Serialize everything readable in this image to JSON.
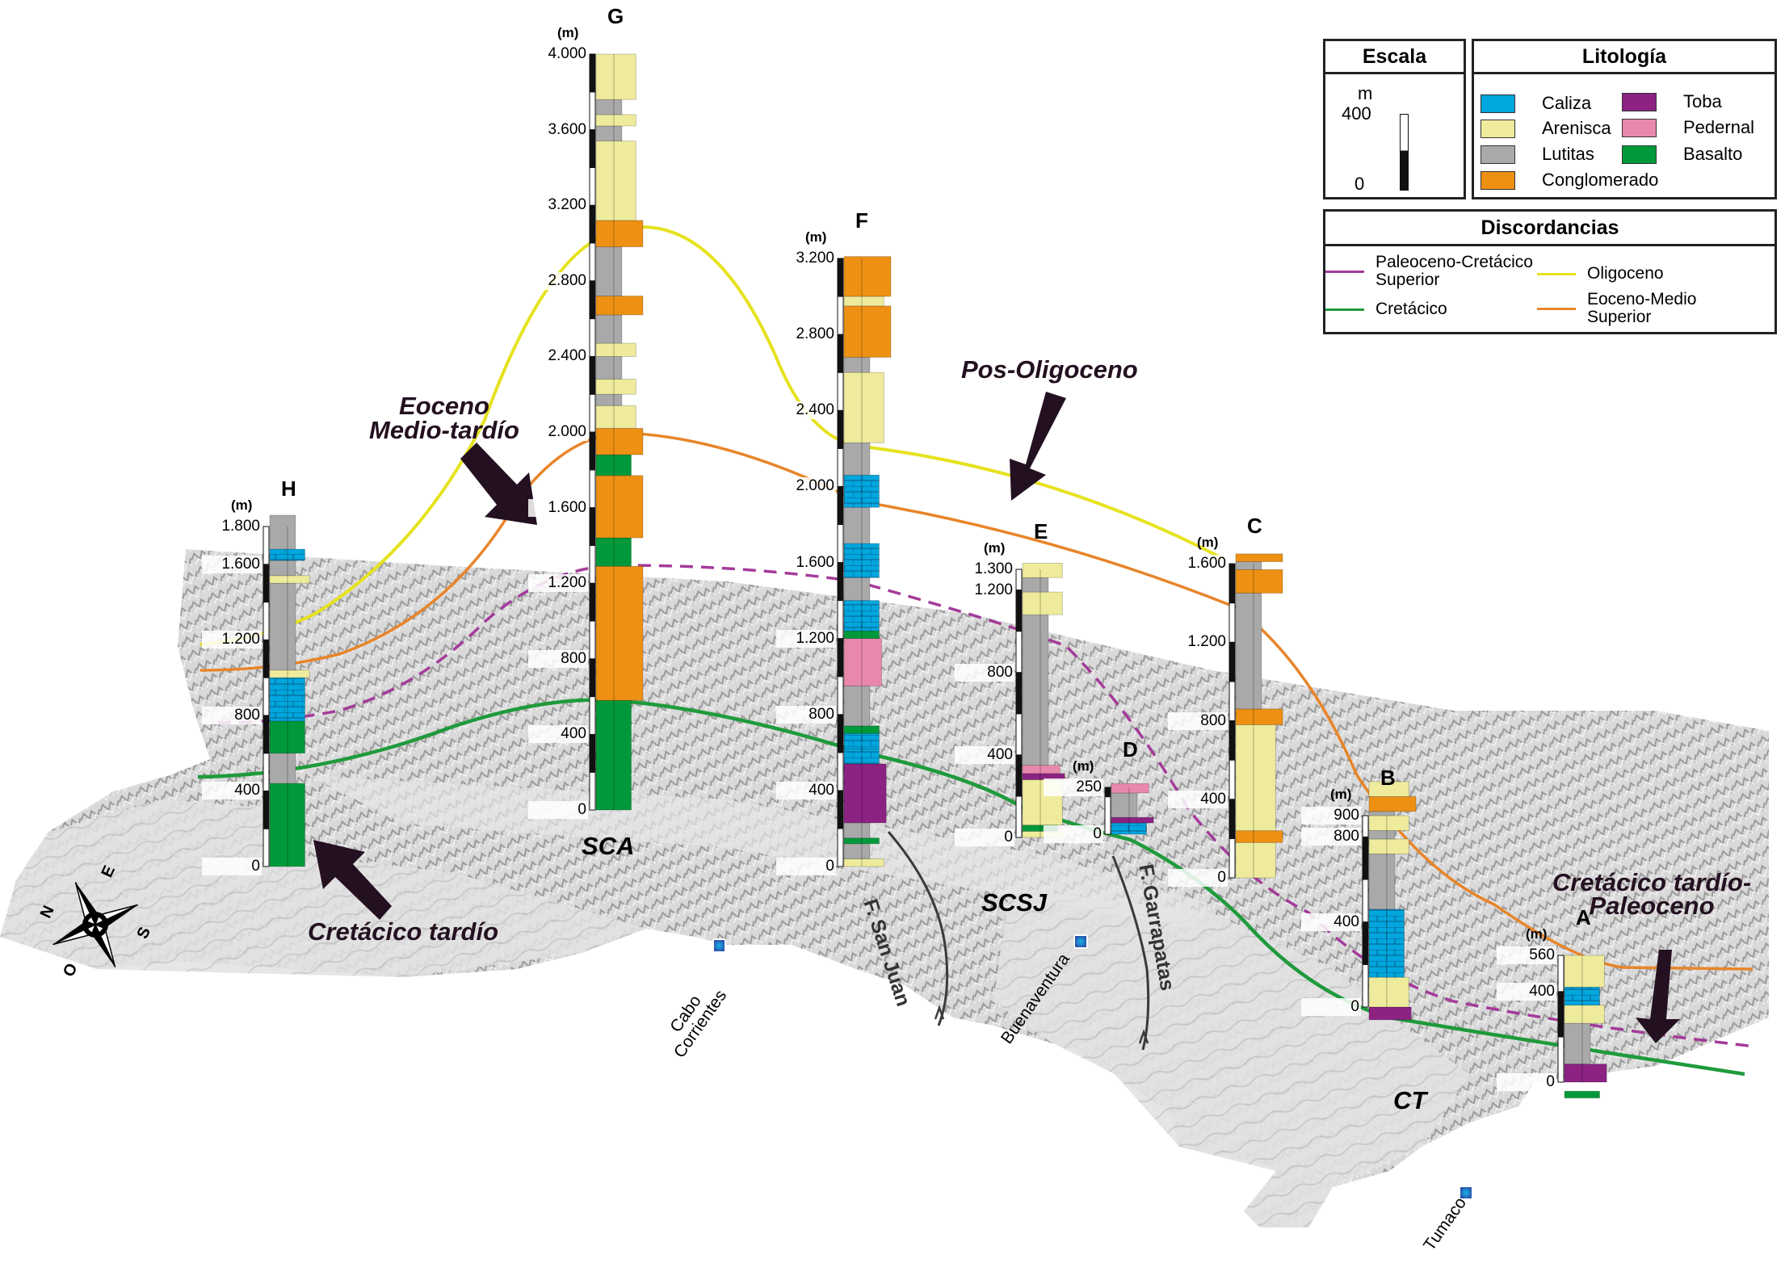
{
  "figure": {
    "type": "geologic correlation diagram over 3D shaded relief",
    "unit_label": "(m)"
  },
  "legend": {
    "escala": {
      "title": "Escala",
      "unit": "m",
      "top_value": "400",
      "bottom_value": "0"
    },
    "litologia": {
      "title": "Litología",
      "items": [
        {
          "key": "caliza",
          "label": "Caliza",
          "color": "#00a6de"
        },
        {
          "key": "arenisca",
          "label": "Arenisca",
          "color": "#eeec9c"
        },
        {
          "key": "lutitas",
          "label": "Lutitas",
          "color": "#a9a9aa"
        },
        {
          "key": "conglomerado",
          "label": "Conglomerado",
          "color": "#ee9013"
        },
        {
          "key": "toba",
          "label": "Toba",
          "color": "#8c2282"
        },
        {
          "key": "pedernal",
          "label": "Pedernal",
          "color": "#e888ac"
        },
        {
          "key": "basalto",
          "label": "Basalto",
          "color": "#00993a"
        }
      ]
    },
    "discordancias": {
      "title": "Discordancias",
      "items": [
        {
          "key": "paleo",
          "label_1": "Paleoceno-Cretácico",
          "label_2": "Superior",
          "color": "#a43b9a"
        },
        {
          "key": "cret",
          "label_1": "Cretácico",
          "label_2": "",
          "color": "#1f9a3c"
        },
        {
          "key": "olig",
          "label_1": "Oligoceno",
          "label_2": "",
          "color": "#e6e21f"
        },
        {
          "key": "eoc",
          "label_1": "Eoceno-Medio",
          "label_2": "Superior",
          "color": "#e8852a"
        }
      ]
    }
  },
  "columns": [
    {
      "id": "H",
      "label": "H",
      "max": 1800,
      "ticks": [
        "1.800",
        "1.600",
        "1.200",
        "800",
        "400",
        "0"
      ],
      "tick_values": [
        1800,
        1600,
        1200,
        800,
        400,
        0
      ],
      "layers": [
        {
          "from": 0,
          "to": 440,
          "lith": "basalto"
        },
        {
          "from": 440,
          "to": 600,
          "lith": "lutitas"
        },
        {
          "from": 600,
          "to": 770,
          "lith": "basalto"
        },
        {
          "from": 770,
          "to": 1000,
          "lith": "caliza"
        },
        {
          "from": 1000,
          "to": 1040,
          "lith": "arenisca"
        },
        {
          "from": 1040,
          "to": 1500,
          "lith": "lutitas"
        },
        {
          "from": 1500,
          "to": 1540,
          "lith": "arenisca"
        },
        {
          "from": 1540,
          "to": 1620,
          "lith": "lutitas"
        },
        {
          "from": 1620,
          "to": 1680,
          "lith": "caliza"
        },
        {
          "from": 1680,
          "to": 1860,
          "lith": "lutitas"
        }
      ]
    },
    {
      "id": "G",
      "label": "G",
      "max": 4000,
      "ticks": [
        "4.000",
        "3.600",
        "3.200",
        "2.800",
        "2.400",
        "2.000",
        "1.600",
        "1.200",
        "800",
        "400",
        "0"
      ],
      "tick_values": [
        4000,
        3600,
        3200,
        2800,
        2400,
        2000,
        1600,
        1200,
        800,
        400,
        0
      ],
      "layers": [
        {
          "from": 0,
          "to": 580,
          "lith": "basalto"
        },
        {
          "from": 580,
          "to": 1290,
          "lith": "conglomerado"
        },
        {
          "from": 1290,
          "to": 1440,
          "lith": "basalto"
        },
        {
          "from": 1440,
          "to": 1770,
          "lith": "conglomerado"
        },
        {
          "from": 1770,
          "to": 1880,
          "lith": "basalto"
        },
        {
          "from": 1880,
          "to": 2020,
          "lith": "conglomerado"
        },
        {
          "from": 2020,
          "to": 2140,
          "lith": "arenisca"
        },
        {
          "from": 2140,
          "to": 2200,
          "lith": "lutitas"
        },
        {
          "from": 2200,
          "to": 2280,
          "lith": "arenisca"
        },
        {
          "from": 2280,
          "to": 2400,
          "lith": "lutitas"
        },
        {
          "from": 2400,
          "to": 2470,
          "lith": "arenisca"
        },
        {
          "from": 2470,
          "to": 2620,
          "lith": "lutitas"
        },
        {
          "from": 2620,
          "to": 2720,
          "lith": "conglomerado"
        },
        {
          "from": 2720,
          "to": 2980,
          "lith": "lutitas"
        },
        {
          "from": 2980,
          "to": 3120,
          "lith": "conglomerade"
        },
        {
          "from": 3120,
          "to": 3540,
          "lith": "arenisca"
        },
        {
          "from": 3540,
          "to": 3620,
          "lith": "lutitas"
        },
        {
          "from": 3620,
          "to": 3680,
          "lith": "arenisca"
        },
        {
          "from": 3680,
          "to": 3760,
          "lith": "lutitas"
        },
        {
          "from": 3760,
          "to": 4000,
          "lith": "arenisca"
        }
      ]
    },
    {
      "id": "F",
      "label": "F",
      "max": 3200,
      "ticks": [
        "3.200",
        "2.800",
        "2.400",
        "2.000",
        "1.600",
        "1.200",
        "800",
        "400",
        "0"
      ],
      "tick_values": [
        3200,
        2800,
        2400,
        2000,
        1600,
        1200,
        800,
        400,
        0
      ],
      "layers": [
        {
          "from": 0,
          "to": 40,
          "lith": "arenisca"
        },
        {
          "from": 40,
          "to": 120,
          "lith": "lutitas"
        },
        {
          "from": 120,
          "to": 150,
          "lith": "basalto"
        },
        {
          "from": 150,
          "to": 230,
          "lith": "lutitas"
        },
        {
          "from": 230,
          "to": 540,
          "lith": "toba"
        },
        {
          "from": 540,
          "to": 620,
          "lith": "caliza"
        },
        {
          "from": 620,
          "to": 700,
          "lith": "caliza"
        },
        {
          "from": 700,
          "to": 740,
          "lith": "basalto"
        },
        {
          "from": 740,
          "to": 950,
          "lith": "lutitas"
        },
        {
          "from": 950,
          "to": 1200,
          "lith": "pedernal"
        },
        {
          "from": 1200,
          "to": 1240,
          "lith": "basalto"
        },
        {
          "from": 1240,
          "to": 1400,
          "lith": "caliza"
        },
        {
          "from": 1400,
          "to": 1520,
          "lith": "lutitas"
        },
        {
          "from": 1520,
          "to": 1700,
          "lith": "caliza"
        },
        {
          "from": 1700,
          "to": 1890,
          "lith": "lutitas"
        },
        {
          "from": 1890,
          "to": 2060,
          "lith": "caliza"
        },
        {
          "from": 2060,
          "to": 2230,
          "lith": "lutitas"
        },
        {
          "from": 2230,
          "to": 2600,
          "lith": "arenisca"
        },
        {
          "from": 2600,
          "to": 2680,
          "lith": "lutitas"
        },
        {
          "from": 2680,
          "to": 2950,
          "lith": "conglomerado"
        },
        {
          "from": 2950,
          "to": 3000,
          "lith": "arenisca"
        },
        {
          "from": 3000,
          "to": 3210,
          "lith": "conglomerado"
        }
      ]
    },
    {
      "id": "E",
      "label": "E",
      "max": 1300,
      "ticks": [
        "1.300",
        "1.200",
        "800",
        "400",
        "0"
      ],
      "tick_values": [
        1300,
        1200,
        800,
        400,
        0
      ],
      "layers": [
        {
          "from": 0,
          "to": 30,
          "lith": "arenisca"
        },
        {
          "from": 30,
          "to": 60,
          "lith": "basalto"
        },
        {
          "from": 60,
          "to": 280,
          "lith": "arenisca"
        },
        {
          "from": 280,
          "to": 310,
          "lith": "toba"
        },
        {
          "from": 310,
          "to": 350,
          "lith": "pedernal"
        },
        {
          "from": 350,
          "to": 1080,
          "lith": "lutitas"
        },
        {
          "from": 1080,
          "to": 1190,
          "lith": "arenisca"
        },
        {
          "from": 1190,
          "to": 1260,
          "lith": "lutitas"
        },
        {
          "from": 1260,
          "to": 1330,
          "lith": "arenisca"
        }
      ]
    },
    {
      "id": "D",
      "label": "D",
      "max": 250,
      "ticks": [
        "250",
        "0"
      ],
      "tick_values": [
        250,
        0
      ],
      "layers": [
        {
          "from": 0,
          "to": 60,
          "lith": "caliza"
        },
        {
          "from": 60,
          "to": 90,
          "lith": "toba"
        },
        {
          "from": 90,
          "to": 220,
          "lith": "lutitas"
        },
        {
          "from": 220,
          "to": 270,
          "lith": "pedernal"
        }
      ]
    },
    {
      "id": "C",
      "label": "C",
      "max": 1600,
      "ticks": [
        "1.600",
        "1.200",
        "800",
        "400",
        "0"
      ],
      "tick_values": [
        1600,
        1200,
        800,
        400,
        0
      ],
      "layers": [
        {
          "from": 0,
          "to": 180,
          "lith": "arenisca"
        },
        {
          "from": 180,
          "to": 240,
          "lith": "conglomerado"
        },
        {
          "from": 240,
          "to": 780,
          "lith": "arenisca"
        },
        {
          "from": 780,
          "to": 860,
          "lith": "conglomerado"
        },
        {
          "from": 860,
          "to": 1450,
          "lith": "lutitas"
        },
        {
          "from": 1450,
          "to": 1570,
          "lith": "conglomerado"
        },
        {
          "from": 1570,
          "to": 1610,
          "lith": "lutitas"
        },
        {
          "from": 1610,
          "to": 1650,
          "lith": "conglomerado"
        }
      ]
    },
    {
      "id": "B",
      "label": "B",
      "max": 900,
      "ticks": [
        "900",
        "800",
        "400",
        "0"
      ],
      "tick_values": [
        900,
        800,
        400,
        0
      ],
      "layers": [
        {
          "from": -60,
          "to": 0,
          "lith": "toba"
        },
        {
          "from": 0,
          "to": 140,
          "lith": "arenisca"
        },
        {
          "from": 140,
          "to": 460,
          "lith": "caliza"
        },
        {
          "from": 460,
          "to": 720,
          "lith": "lutitas"
        },
        {
          "from": 720,
          "to": 790,
          "lith": "arenisca"
        },
        {
          "from": 790,
          "to": 830,
          "lith": "lutitas"
        },
        {
          "from": 830,
          "to": 900,
          "lith": "arenisca"
        },
        {
          "from": 900,
          "to": 920,
          "lith": "lutitas"
        },
        {
          "from": 920,
          "to": 990,
          "lith": "conglomerado"
        },
        {
          "from": 990,
          "to": 1060,
          "lith": "arenisca"
        }
      ]
    },
    {
      "id": "A",
      "label": "A",
      "max": 560,
      "ticks": [
        "560",
        "400",
        "0"
      ],
      "tick_values": [
        560,
        400,
        0
      ],
      "layers": [
        {
          "from": -70,
          "to": -40,
          "lith": "basalto"
        },
        {
          "from": 0,
          "to": 80,
          "lith": "toba"
        },
        {
          "from": 80,
          "to": 260,
          "lith": "lutitas"
        },
        {
          "from": 260,
          "to": 340,
          "lith": "arenisca"
        },
        {
          "from": 340,
          "to": 420,
          "lith": "caliza"
        },
        {
          "from": 420,
          "to": 560,
          "lith": "arenisca"
        }
      ]
    }
  ],
  "annotations": {
    "eoceno_1": "Eoceno",
    "eoceno_2": "Medio-tardío",
    "pos_oligoceno": "Pos-Oligoceno",
    "cretacico_tardio": "Cretácico tardío",
    "cret_paleo_1": "Cretácico tardío-",
    "cret_paleo_2": "Paleoceno",
    "annotation_color": "#231020"
  },
  "regions": {
    "sca": "SCA",
    "scsj": "SCSJ",
    "ct": "CT"
  },
  "faults": {
    "san_juan": "F. San Juan",
    "garrapatas": "F. Garrapatas"
  },
  "places": [
    {
      "name_1": "Cabo",
      "name_2": "Corrientes"
    },
    {
      "name_1": "Buenaventura",
      "name_2": ""
    },
    {
      "name_1": "Tumaco",
      "name_2": ""
    }
  ],
  "compass": {
    "n": "N",
    "e": "E",
    "s": "S",
    "o": "O"
  }
}
